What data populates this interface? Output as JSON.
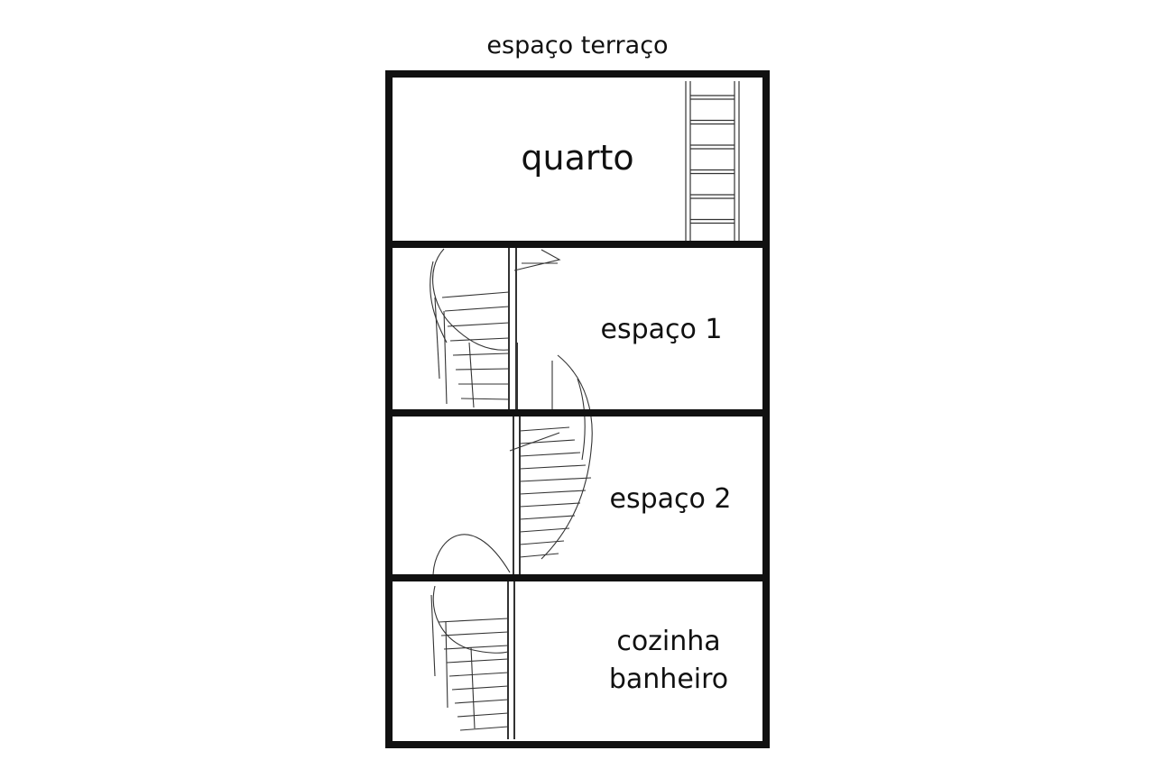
{
  "labels": {
    "top": "espaço terraço",
    "floor4": "quarto",
    "floor3": "espaço 1",
    "floor2": "espaço 2",
    "floor1_line1": "cozinha",
    "floor1_line2": "banheiro"
  },
  "colors": {
    "line": "#111111",
    "background": "#ffffff"
  }
}
